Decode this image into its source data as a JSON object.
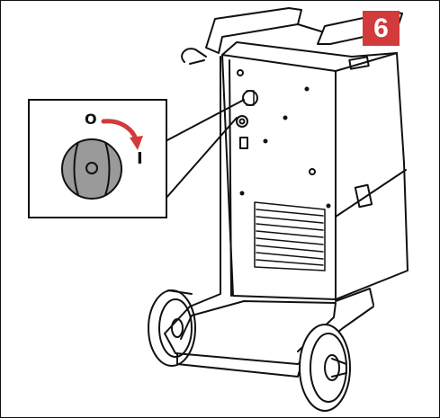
{
  "step": {
    "number": "6",
    "color": "#d23b3b"
  },
  "switch": {
    "off_label": "O",
    "on_label": "I",
    "arrow_color": "#d23b3b",
    "knob_color": "#9a9a9a"
  },
  "icons": [
    "power-switch-icon",
    "rotation-arrow-icon"
  ]
}
